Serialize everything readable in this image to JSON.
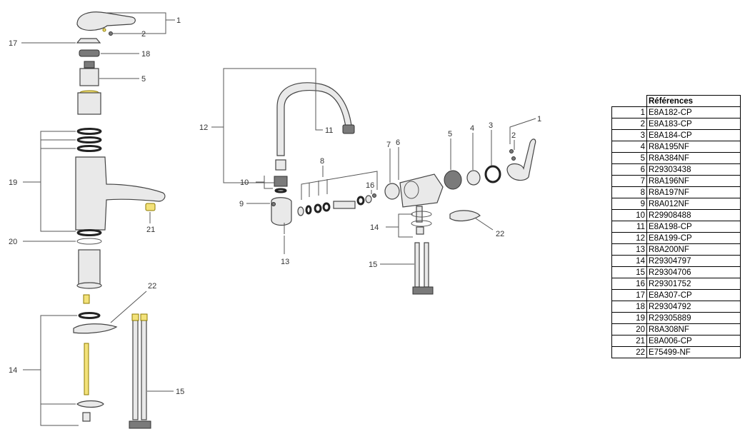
{
  "callouts_left": [
    "1",
    "2",
    "17",
    "18",
    "5",
    "19",
    "21",
    "20",
    "22",
    "14",
    "15"
  ],
  "callouts_right": [
    "12",
    "11",
    "10",
    "9",
    "8",
    "13",
    "7",
    "6",
    "16",
    "5",
    "4",
    "3",
    "2",
    "1",
    "14",
    "15",
    "22"
  ],
  "table": {
    "header": "Références",
    "rows": [
      {
        "num": "1",
        "ref": "E8A182-CP"
      },
      {
        "num": "2",
        "ref": "E8A183-CP"
      },
      {
        "num": "3",
        "ref": "E8A184-CP"
      },
      {
        "num": "4",
        "ref": "R8A195NF"
      },
      {
        "num": "5",
        "ref": "R8A384NF"
      },
      {
        "num": "6",
        "ref": "R29303438"
      },
      {
        "num": "7",
        "ref": "R8A196NF"
      },
      {
        "num": "8",
        "ref": "R8A197NF"
      },
      {
        "num": "9",
        "ref": "R8A012NF"
      },
      {
        "num": "10",
        "ref": "R29908488"
      },
      {
        "num": "11",
        "ref": "E8A198-CP"
      },
      {
        "num": "12",
        "ref": "E8A199-CP"
      },
      {
        "num": "13",
        "ref": "R8A200NF"
      },
      {
        "num": "14",
        "ref": "R29304797"
      },
      {
        "num": "15",
        "ref": "R29304706"
      },
      {
        "num": "16",
        "ref": "R29301752"
      },
      {
        "num": "17",
        "ref": "E8A307-CP"
      },
      {
        "num": "18",
        "ref": "R29304792"
      },
      {
        "num": "19",
        "ref": "R29305889"
      },
      {
        "num": "20",
        "ref": "R8A308NF"
      },
      {
        "num": "21",
        "ref": "E8A006-CP"
      },
      {
        "num": "22",
        "ref": "E75499-NF"
      }
    ]
  }
}
